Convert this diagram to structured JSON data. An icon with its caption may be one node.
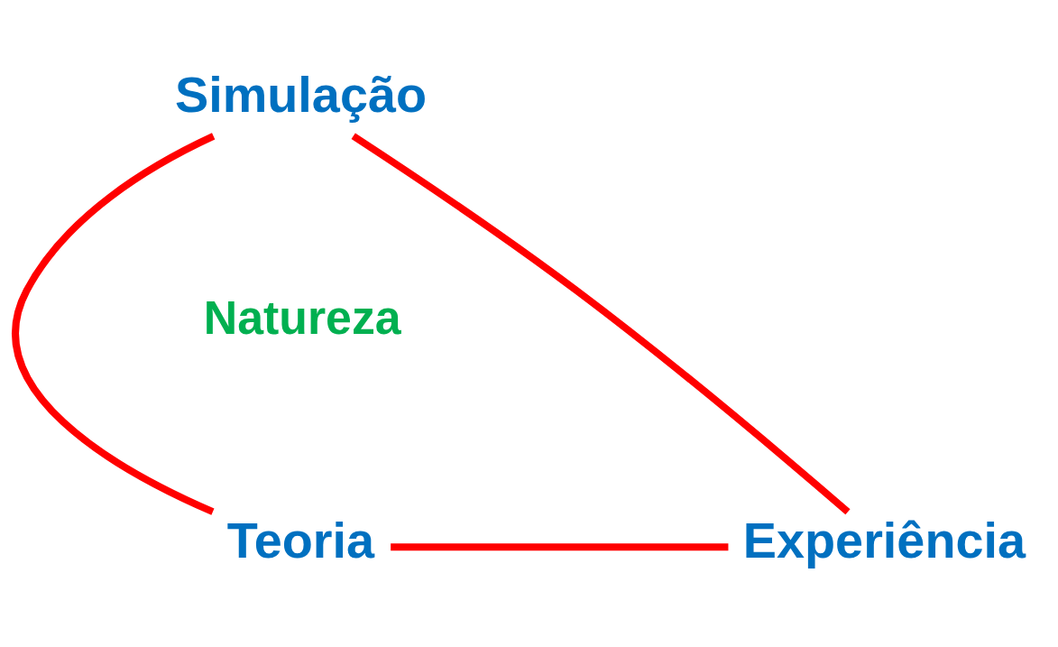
{
  "diagram": {
    "nodes": [
      {
        "text": [
          "Simulação"
        ]
      },
      {
        "text": [
          "Teoria"
        ]
      },
      {
        "text": [
          "Experiência"
        ]
      }
    ],
    "edges": [
      {
        "from": 0,
        "to": 1,
        "arrow": "none"
      },
      {
        "from": 0,
        "to": 2,
        "arrow": "none"
      },
      {
        "from": 1,
        "to": 2,
        "arrow": "none"
      }
    ],
    "labels": [
      "Natureza"
    ]
  }
}
